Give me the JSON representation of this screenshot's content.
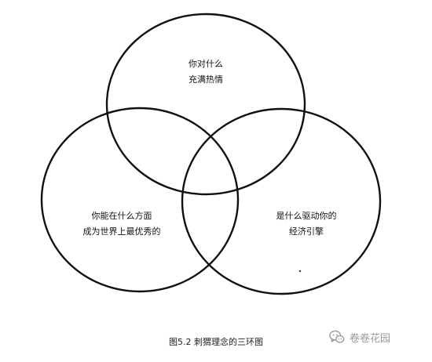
{
  "diagram": {
    "circles": [
      {
        "name": "passion",
        "lines": [
          "你对什么",
          "充满热情"
        ]
      },
      {
        "name": "best-at",
        "lines": [
          "你能在什么方面",
          "成为世界上最优秀的"
        ]
      },
      {
        "name": "economic-engine",
        "lines": [
          "是什么驱动你的",
          "经济引擎"
        ]
      }
    ]
  },
  "caption": "图5.2  刺猬理念的三环图",
  "watermark": {
    "text": "卷卷花园",
    "icon": "wechat-icon"
  },
  "colors": {
    "stroke": "#111111",
    "caption": "#222222",
    "watermark": "#9a9a9a"
  }
}
